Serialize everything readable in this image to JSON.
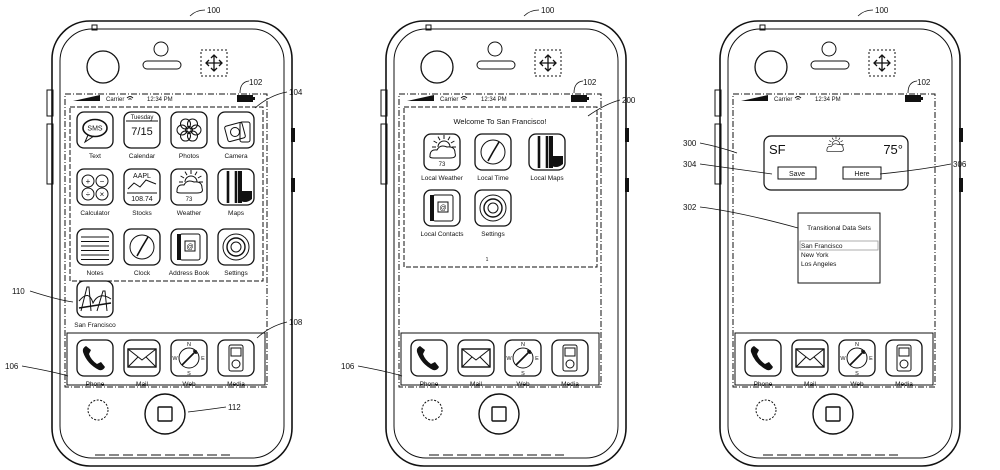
{
  "refs": {
    "device": "100",
    "display": "102",
    "home_screen": "104",
    "dock": "106",
    "dock_region": "108",
    "sf_icon": "110",
    "home_button": "112",
    "sf_screen": "200",
    "widget": "300",
    "data_sets": "302",
    "save_ref": "304",
    "here_ref": "306"
  },
  "status": {
    "carrier": "Carrier",
    "time": "12:34 PM"
  },
  "phone1": {
    "apps": [
      {
        "label": "Text",
        "icon": "sms-bubble-icon",
        "glyph": "SMS"
      },
      {
        "label": "Calendar",
        "icon": "calendar-icon",
        "day": "Tuesday",
        "date": "7/15"
      },
      {
        "label": "Photos",
        "icon": "flower-icon"
      },
      {
        "label": "Camera",
        "icon": "camera-icon"
      },
      {
        "label": "Calculator",
        "icon": "calculator-icon"
      },
      {
        "label": "Stocks",
        "icon": "stocks-icon",
        "ticker": "AAPL",
        "price": "108.74"
      },
      {
        "label": "Weather",
        "icon": "weather-icon",
        "temp": "73"
      },
      {
        "label": "Maps",
        "icon": "map-icon",
        "route": "90"
      },
      {
        "label": "Notes",
        "icon": "notes-icon"
      },
      {
        "label": "Clock",
        "icon": "clock-icon"
      },
      {
        "label": "Address Book",
        "icon": "address-book-icon"
      },
      {
        "label": "Settings",
        "icon": "gear-icon"
      },
      {
        "label": "San Francisco",
        "icon": "bridge-icon"
      }
    ]
  },
  "phone2": {
    "welcome": "Welcome To San Francisco!",
    "apps": [
      {
        "label": "Local Weather",
        "icon": "weather-icon",
        "temp": "73"
      },
      {
        "label": "Local Time",
        "icon": "clock-icon"
      },
      {
        "label": "Local Maps",
        "icon": "map-icon",
        "route": "90"
      },
      {
        "label": "Local Contacts",
        "icon": "address-book-icon"
      },
      {
        "label": "Settings",
        "icon": "gear-icon"
      }
    ],
    "page_marker": "1"
  },
  "phone3": {
    "widget": {
      "city": "SF",
      "temp": "75°",
      "save": "Save",
      "here": "Here"
    },
    "list": {
      "title": "Transitional Data Sets",
      "items": [
        "San Francisco",
        "New York",
        "Los Angeles"
      ]
    }
  },
  "dock": [
    {
      "label": "Phone",
      "icon": "phone-handset-icon"
    },
    {
      "label": "Mail",
      "icon": "envelope-icon"
    },
    {
      "label": "Web",
      "icon": "compass-icon",
      "n": "N",
      "s": "S",
      "w": "W",
      "e": "E"
    },
    {
      "label": "Media",
      "icon": "media-player-icon"
    }
  ]
}
